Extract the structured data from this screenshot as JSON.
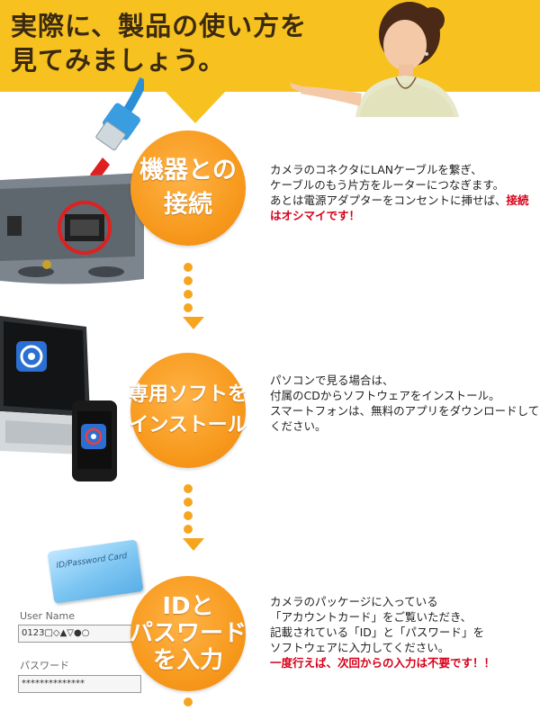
{
  "header": {
    "title_line1": "実際に、製品の使い方を",
    "title_line2": "見てみましょう。"
  },
  "steps": [
    {
      "circle_lines": [
        "機器との",
        "接続"
      ],
      "desc_lines": [
        "カメラのコネクタにLANケーブルを繋ぎ、",
        "ケーブルのもう片方をルーターにつなぎます。",
        "あとは電源アダプターをコンセントに挿せば、"
      ],
      "desc_red_inline": "接続",
      "desc_red_line": "はオシマイです！"
    },
    {
      "circle_lines": [
        "専用ソフトを",
        "インストール"
      ],
      "desc_lines": [
        "パソコンで見る場合は、",
        "付属のCDからソフトウェアをインストール。",
        "スマートフォンは、無料のアプリをダウンロードして",
        "ください。"
      ]
    },
    {
      "circle_lines": [
        "IDと",
        "パスワード",
        "を入力"
      ],
      "desc_lines": [
        "カメラのパッケージに入っている",
        "「アカウントカード」をご覧いただき、",
        "記載されている「ID」と「パスワード」を",
        "ソフトウェアに入力してください。"
      ],
      "desc_red_line": "一度行えば、次回からの入力は不要です！！"
    }
  ],
  "login_form": {
    "user_label": "User Name",
    "user_value": "0123□◇▲▽●○",
    "password_label": "パスワード",
    "password_value": "**************"
  },
  "card": {
    "text": "ID/Password Card"
  },
  "colors": {
    "banner": "#f7c21f",
    "circle": "#f79a1e",
    "accent_red": "#d7001a"
  }
}
